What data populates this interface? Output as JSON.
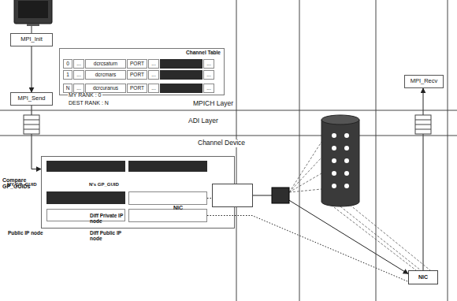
{
  "diagram": {
    "nodes": [
      {
        "text": [
          "MPI_Init"
        ]
      },
      {
        "text": [
          "Channel Table"
        ]
      },
      {
        "text": [
          "MPI_Send"
        ]
      },
      {
        "text": [
          "MPI_Recv"
        ]
      },
      {
        "text": [
          "Compare GP_GUIDs"
        ]
      },
      {
        "text": [
          "MY GP_GUID"
        ],
        "in": 4
      },
      {
        "text": [
          "Public IP node"
        ],
        "in": 4
      },
      {
        "text": [
          "N's GP_GUID"
        ],
        "in": 4
      },
      {
        "text": [
          "Diff Private IP node"
        ],
        "in": 4
      },
      {
        "text": [
          "Diff Public IP node"
        ],
        "in": 4
      },
      {
        "text": [
          "NIC"
        ],
        "in": 4
      },
      {
        "text": [
          "NIC"
        ]
      }
    ],
    "edges": [
      {
        "from": 0,
        "to": 2,
        "arrow": "to"
      },
      {
        "from": 2,
        "to": 4,
        "arrow": "to"
      },
      {
        "from": 10,
        "to": 11,
        "arrow": "to"
      },
      {
        "from": 11,
        "to": 3,
        "arrow": "to"
      },
      {
        "from": 8,
        "to": 10,
        "arrow": "none"
      },
      {
        "from": 9,
        "to": 11,
        "arrow": "none"
      }
    ],
    "labels": [
      "MY RANK : 0",
      "DEST RANK : N",
      "MPICH Layer",
      "ADI Layer",
      "Channel Device",
      "0",
      "...",
      "dcrcsaturn",
      "PORT",
      "...",
      "...",
      "1",
      "...",
      "dcrcmars",
      "PORT",
      "...",
      "...",
      "N",
      "...",
      "dcrcuranus",
      "PORT",
      "...",
      "..."
    ]
  }
}
